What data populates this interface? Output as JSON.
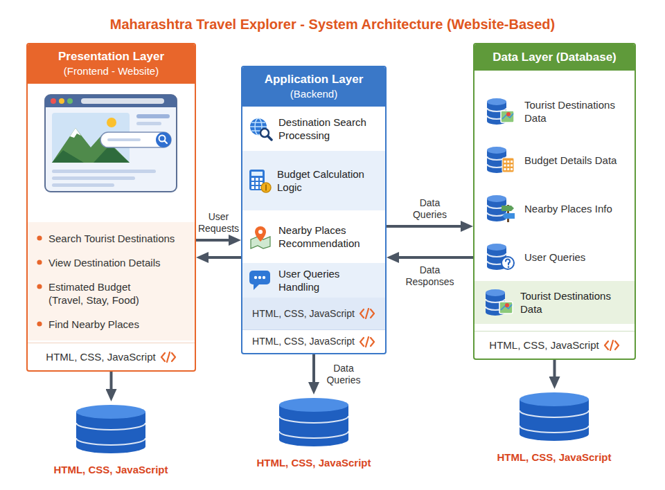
{
  "diagram": {
    "title": "Maharashtra Travel Explorer - System Architecture (Website-Based)",
    "nodes": [
      {
        "text": [
          "Presentation Layer",
          "(Frontend - Website)",
          "Search Tourist Destinations",
          "View Destination Details",
          "Estimated Budget (Travel, Stay, Food)",
          "Find Nearby Places",
          "HTML, CSS, JavaScript"
        ]
      },
      {
        "text": [
          "Application Layer",
          "(Backend)"
        ]
      },
      {
        "text": [
          "Destination Search Processing"
        ],
        "in": 1
      },
      {
        "text": [
          "Budget Calculation Logic"
        ],
        "in": 1
      },
      {
        "text": [
          "Nearby Places Recommendation"
        ],
        "in": 1
      },
      {
        "text": [
          "User Queries Handling"
        ],
        "in": 1
      },
      {
        "text": [
          "HTML, CSS, JavaScript"
        ],
        "in": 1
      },
      {
        "text": [
          "HTML, CSS, JavaScript"
        ],
        "in": 1
      },
      {
        "text": [
          "Data Layer (Database)",
          "Tourist Destinations Data",
          "Budget Details Data",
          "Nearby Places Info",
          "User Queries",
          "HTML, CSS, JavaScript"
        ]
      },
      {
        "text": [
          "Tourist Destinations Data"
        ],
        "in": 8
      },
      {
        "text": [
          "HTML, CSS, JavaScript"
        ]
      },
      {
        "text": [
          "HTML, CSS, JavaScript"
        ]
      },
      {
        "text": [
          "HTML, CSS, JavaScript"
        ]
      }
    ],
    "edges": [
      {
        "from": 0,
        "to": 1,
        "label": "User Requests",
        "arrow": "to"
      },
      {
        "from": 1,
        "to": 0,
        "arrow": "to"
      },
      {
        "from": 1,
        "to": 8,
        "label": "Data Queries",
        "arrow": "to"
      },
      {
        "from": 8,
        "to": 1,
        "label": "Data Responses",
        "arrow": "to"
      },
      {
        "from": 0,
        "to": 10,
        "arrow": "to"
      },
      {
        "from": 1,
        "to": 11,
        "label": "Data Queries",
        "arrow": "to"
      },
      {
        "from": 8,
        "to": 12,
        "arrow": "to"
      }
    ]
  }
}
